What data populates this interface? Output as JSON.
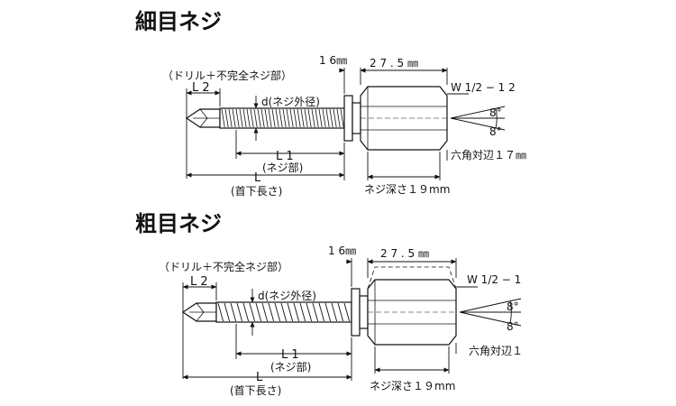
{
  "diagrams": [
    {
      "title": "細目ネジ",
      "drill_label": "（ドリル＋不完全ネジ部）",
      "l2": "L 2",
      "d_label": "d(ネジ外径)",
      "l1": "L 1",
      "thread_part": "(ネジ部)",
      "l": "L",
      "neck_length": "(首下長さ)",
      "washer_dim": "1 6㎜",
      "nut_dim": "2 7 . 5 ㎜",
      "thread_spec": "W 1/2 − 1 2",
      "angle_top": "8°",
      "angle_bottom": "8°",
      "hex_size": "六角対辺１７㎜",
      "thread_depth": "ネジ深さ１９mm"
    },
    {
      "title": "粗目ネジ",
      "drill_label": "（ドリル＋不完全ネジ部）",
      "l2": "L 2",
      "d_label": "d(ネジ外径)",
      "l1": "L 1",
      "thread_part": "(ネジ部)",
      "l": "L",
      "neck_length": "(首下長さ)",
      "washer_dim": "1 6㎜",
      "nut_dim": "2 7 . 5 ㎜",
      "thread_spec": "W 1/2 − 1",
      "angle_top": "8°",
      "angle_bottom": "8°",
      "hex_size": "六角対辺１",
      "thread_depth": "ネジ深さ１９mm"
    }
  ]
}
